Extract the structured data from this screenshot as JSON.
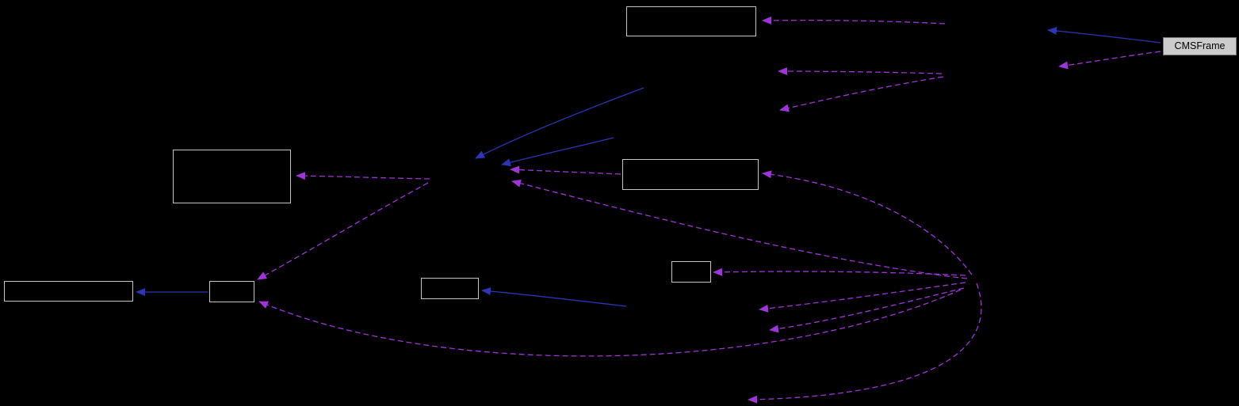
{
  "diagram": {
    "type": "collaboration-graph",
    "background_color": "#000000",
    "highlighted_node": {
      "label": "CMSFrame"
    },
    "unlabeled_node_count": 7,
    "colors": {
      "usage_edge": "#a033d9",
      "inheritance_edge": "#2b35b5",
      "node_border": "#c5c5c5",
      "highlight_fill": "#cccccc",
      "highlight_text": "#000000"
    },
    "edge_styles": {
      "usage": "dashed-purple-arrow",
      "inheritance": "solid-blue-arrow"
    }
  }
}
